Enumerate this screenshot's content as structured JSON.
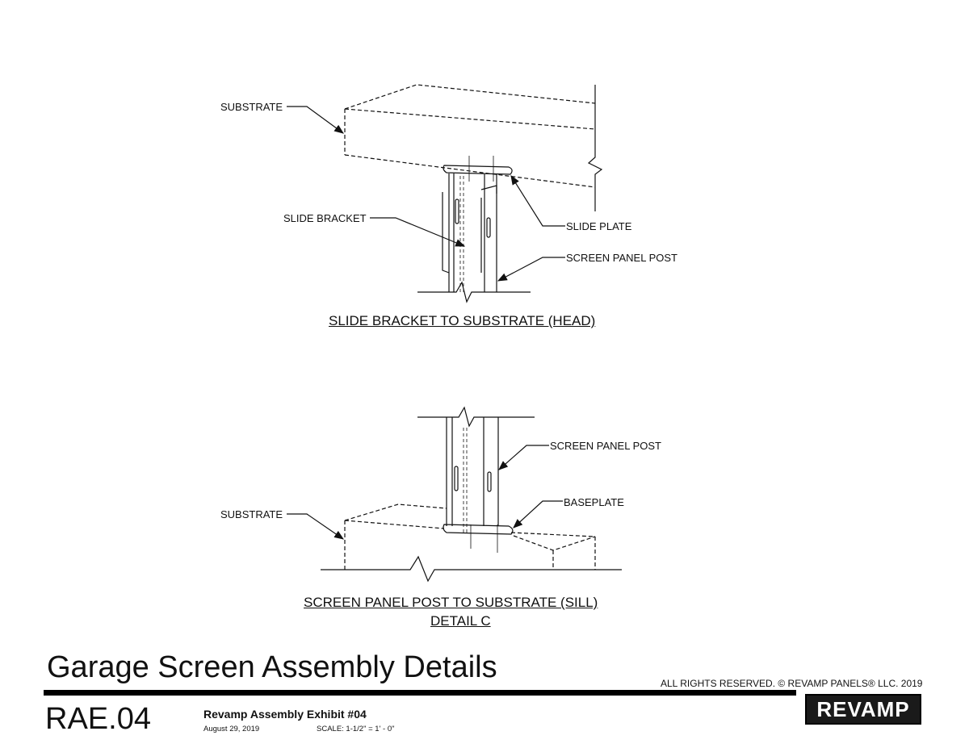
{
  "head_detail": {
    "labels": {
      "substrate": "SUBSTRATE",
      "slide_bracket": "SLIDE BRACKET",
      "slide_plate": "SLIDE PLATE",
      "screen_panel_post": "SCREEN PANEL POST"
    },
    "caption": "SLIDE BRACKET TO SUBSTRATE (HEAD)"
  },
  "sill_detail": {
    "labels": {
      "screen_panel_post": "SCREEN PANEL POST",
      "baseplate": "BASEPLATE",
      "substrate": "SUBSTRATE"
    },
    "caption": "SCREEN PANEL POST TO SUBSTRATE (SILL)",
    "subcaption": "DETAIL C"
  },
  "title_block": {
    "title": "Garage Screen Assembly Details",
    "code": "RAE.04",
    "exhibit": "Revamp Assembly Exhibit #04",
    "date": "August 29, 2019",
    "scale": "SCALE: 1-1/2\" = 1' - 0\"",
    "rights": "ALL RIGHTS RESERVED. © REVAMP PANELS® LLC. 2019",
    "logo_text": "REVAMP"
  }
}
